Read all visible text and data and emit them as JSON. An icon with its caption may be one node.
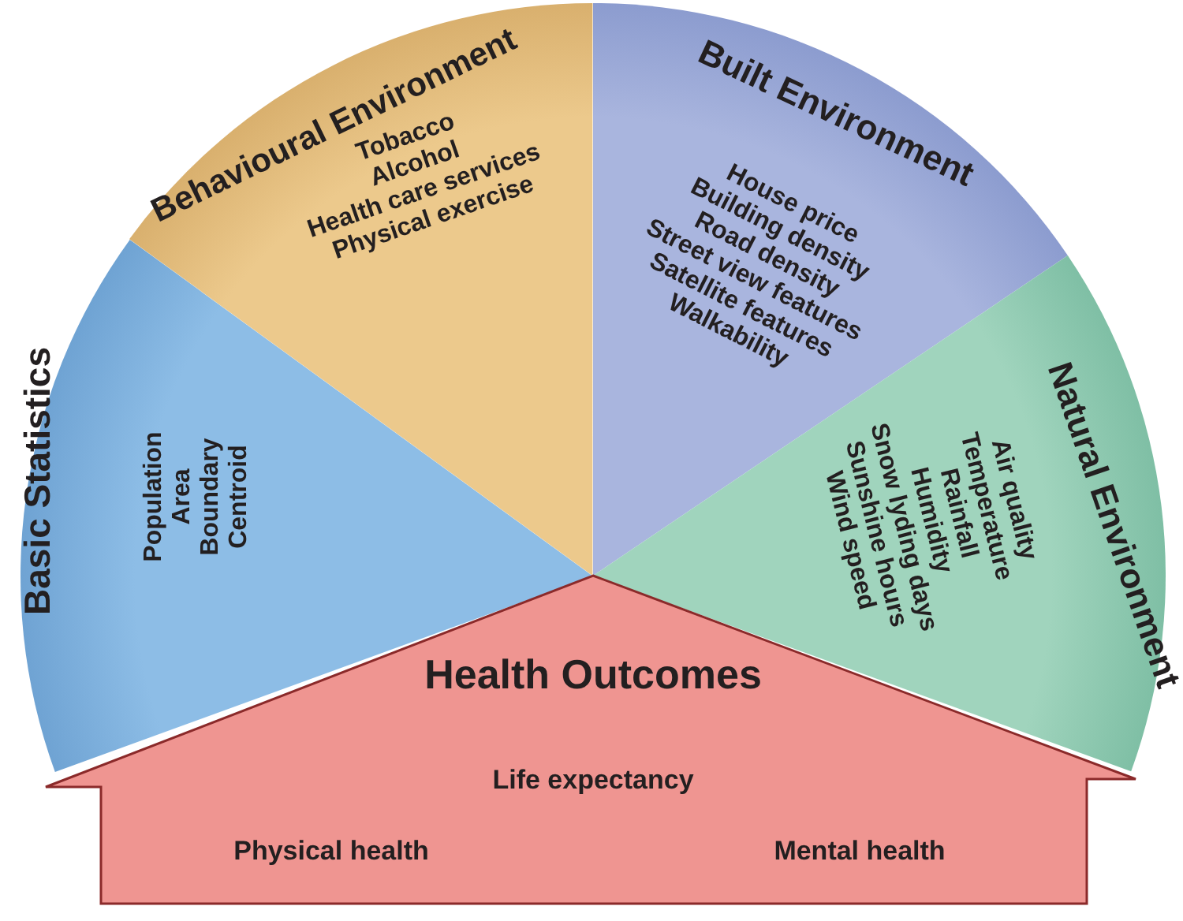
{
  "diagram": {
    "nodes": [
      {
        "text": [
          "Basic Statistics",
          "Population",
          "Area",
          "Boundary",
          "Centroid"
        ]
      },
      {
        "text": [
          "Behavioural Environment",
          "Tobacco",
          "Alcohol",
          "Health care services",
          "Physical exercise"
        ]
      },
      {
        "text": [
          "Built Environment",
          "House price",
          "Building density",
          "Road density",
          "Street view features",
          "Satellite features",
          "Walkability"
        ]
      },
      {
        "text": [
          "Natural Environment",
          "Air quality",
          "Temperature",
          "Rainfall",
          "Humidity",
          "Snow lyding days",
          "Sunshine hours",
          "Wind speed"
        ]
      },
      {
        "text": [
          "Health Outcomes",
          "Life expectancy",
          "Physical health",
          "Mental health"
        ]
      }
    ],
    "edges": []
  }
}
